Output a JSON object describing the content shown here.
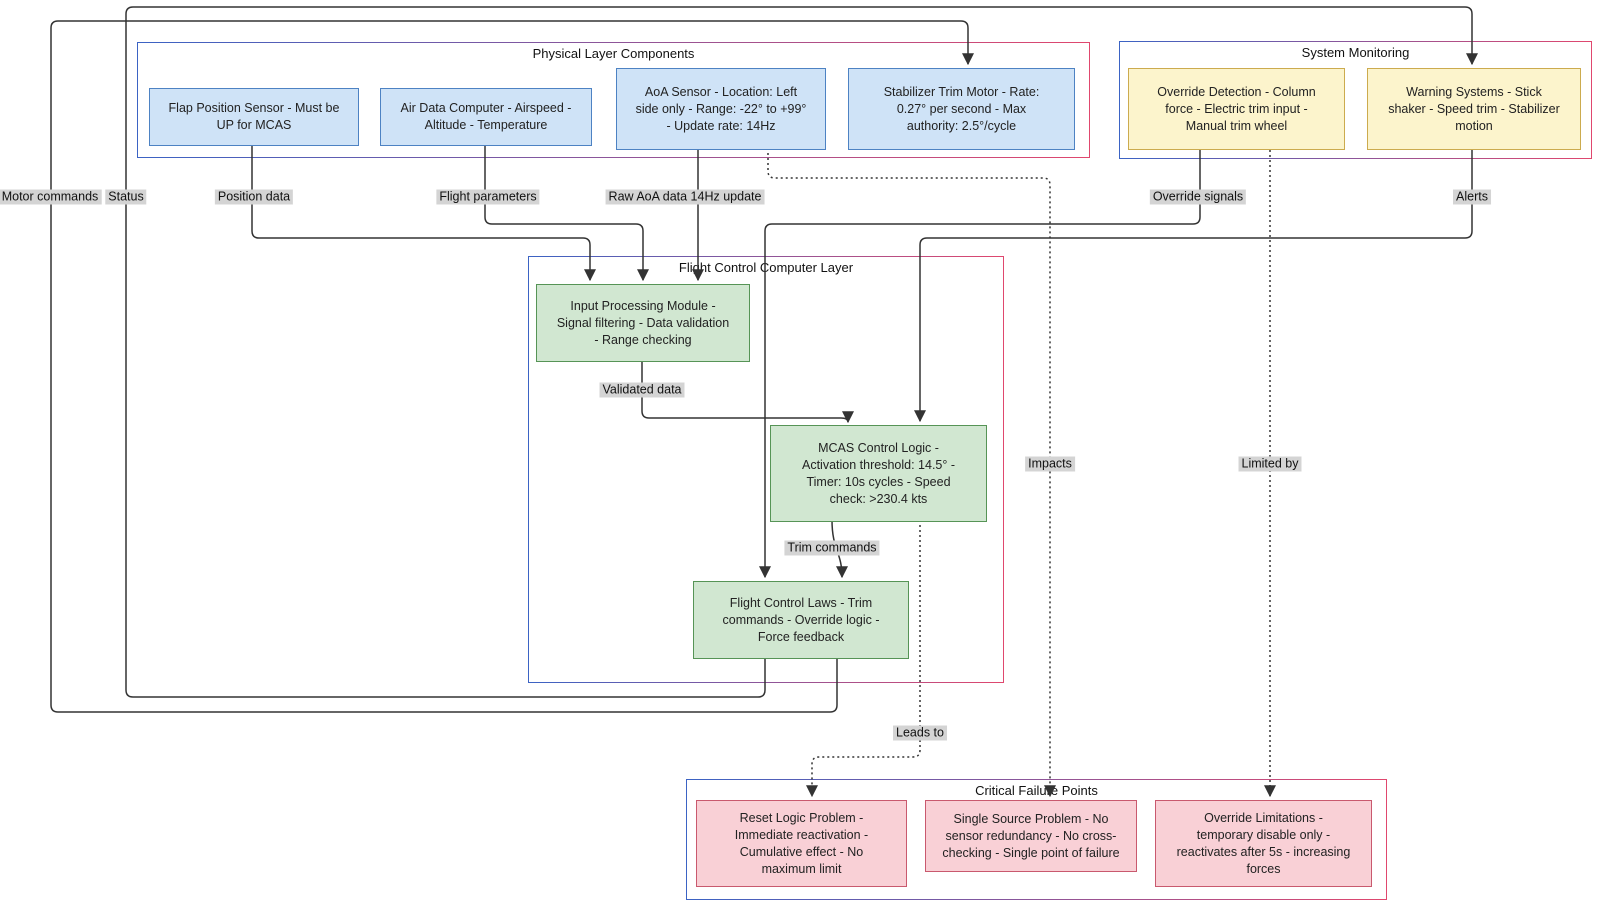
{
  "diagram": {
    "containers": {
      "physical": {
        "title": "Physical Layer Components"
      },
      "monitoring": {
        "title": "System Monitoring"
      },
      "fcc": {
        "title": "Flight Control Computer Layer"
      },
      "failures": {
        "title": "Critical Failure Points"
      }
    },
    "nodes": {
      "fps": {
        "lines": [
          "Flap Position Sensor - Must be",
          "UP for MCAS"
        ]
      },
      "adc": {
        "lines": [
          "Air Data Computer - Airspeed -",
          "Altitude - Temperature"
        ]
      },
      "aoa": {
        "lines": [
          "AoA Sensor - Location: Left",
          "side only - Range: -22° to +99°",
          "- Update rate: 14Hz"
        ]
      },
      "stm": {
        "lines": [
          "Stabilizer Trim Motor - Rate:",
          "0.27° per second - Max",
          "authority: 2.5°/cycle"
        ]
      },
      "od": {
        "lines": [
          "Override Detection - Column",
          "force - Electric trim input -",
          "Manual trim wheel"
        ]
      },
      "ws": {
        "lines": [
          "Warning Systems - Stick",
          "shaker - Speed trim - Stabilizer",
          "motion"
        ]
      },
      "ipm": {
        "lines": [
          "Input Processing Module -",
          "Signal filtering - Data validation",
          "- Range checking"
        ]
      },
      "mcl": {
        "lines": [
          "MCAS Control Logic -",
          "Activation threshold: 14.5° -",
          "Timer: 10s cycles - Speed",
          "check: >230.4 kts"
        ]
      },
      "fcl": {
        "lines": [
          "Flight Control Laws - Trim",
          "commands - Override logic -",
          "Force feedback"
        ]
      },
      "rlp": {
        "lines": [
          "Reset Logic Problem -",
          "Immediate reactivation -",
          "Cumulative effect - No",
          "maximum limit"
        ]
      },
      "ssp": {
        "lines": [
          "Single Source Problem - No",
          "sensor redundancy - No cross-",
          "checking - Single point of failure"
        ]
      },
      "ol": {
        "lines": [
          "Override Limitations -",
          "temporary disable only -",
          "reactivates after 5s - increasing",
          "forces"
        ]
      }
    },
    "edge_labels": {
      "motor_commands": "Motor commands",
      "status": "Status",
      "position_data": "Position data",
      "flight_parameters": "Flight parameters",
      "raw_aoa": "Raw AoA data 14Hz update",
      "override_signals": "Override signals",
      "alerts": "Alerts",
      "validated_data": "Validated data",
      "trim_commands": "Trim commands",
      "impacts": "Impacts",
      "limited_by": "Limited by",
      "leads_to": "Leads to"
    },
    "edges": [
      {
        "from": "fps",
        "to": "ipm",
        "label": "Position data",
        "style": "solid"
      },
      {
        "from": "adc",
        "to": "ipm",
        "label": "Flight parameters",
        "style": "solid"
      },
      {
        "from": "aoa",
        "to": "ipm",
        "label": "Raw AoA data 14Hz update",
        "style": "solid"
      },
      {
        "from": "ipm",
        "to": "mcl",
        "label": "Validated data",
        "style": "solid"
      },
      {
        "from": "mcl",
        "to": "fcl",
        "label": "Trim commands",
        "style": "solid"
      },
      {
        "from": "fcl",
        "to": "stm",
        "label": "Motor commands",
        "style": "solid"
      },
      {
        "from": "fcl",
        "to": "ws",
        "label": "Status",
        "style": "solid"
      },
      {
        "from": "od",
        "to": "fcl",
        "label": "Override signals",
        "style": "solid"
      },
      {
        "from": "ws",
        "to": "mcl",
        "label": "Alerts",
        "style": "solid"
      },
      {
        "from": "aoa",
        "to": "ssp",
        "label": "Impacts",
        "style": "dotted"
      },
      {
        "from": "od",
        "to": "ol",
        "label": "Limited by",
        "style": "dotted"
      },
      {
        "from": "mcl",
        "to": "rlp",
        "label": "Leads to",
        "style": "dotted"
      }
    ],
    "colors": {
      "container_gradient_left": "#3b63c4",
      "container_gradient_right": "#e0476e",
      "node_blue_fill": "#cfe3f7",
      "node_blue_border": "#4d82c3",
      "node_yellow_fill": "#fcf4cc",
      "node_yellow_border": "#ccab4e",
      "node_green_fill": "#d1e7d1",
      "node_green_border": "#569456",
      "node_pink_fill": "#f9d0d6",
      "node_pink_border": "#c9596e",
      "edge_line": "#333333",
      "edge_label_bg": "#d4d4d4"
    }
  }
}
